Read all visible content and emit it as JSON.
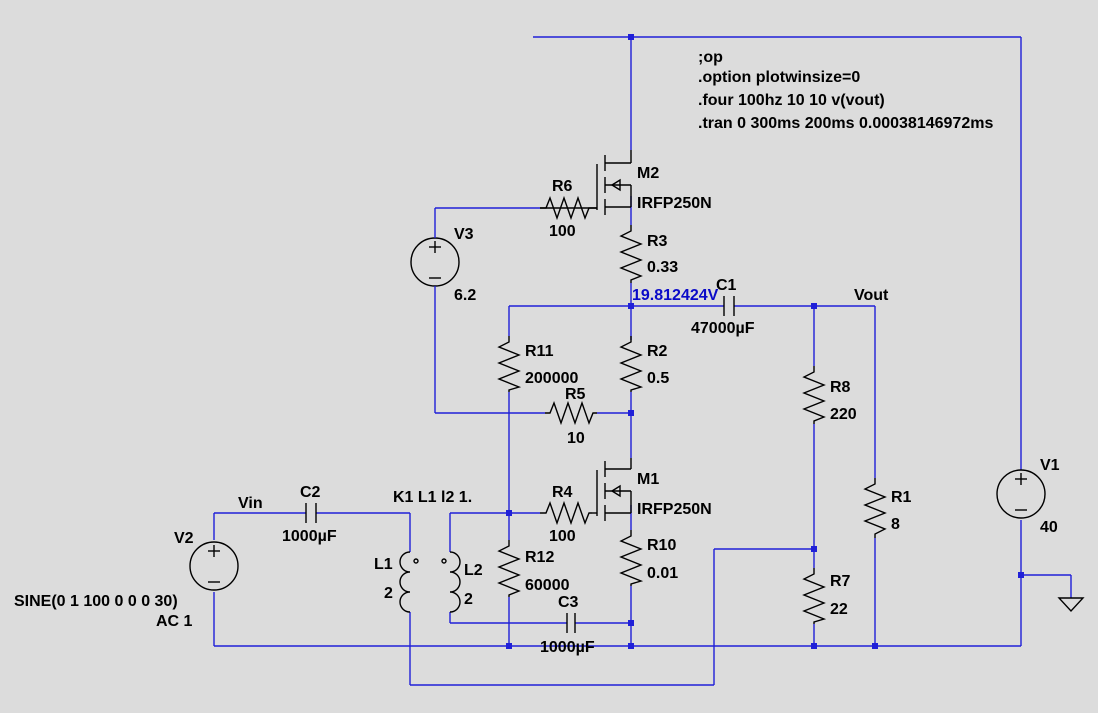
{
  "directives": [
    ";op",
    ".option plotwinsize=0",
    ".four 100hz 10 10 v(vout)",
    ".tran 0 300ms 200ms 0.00038146972ms"
  ],
  "nets": {
    "vout": "Vout",
    "vin": "Vin",
    "node_voltage": "19.812424V"
  },
  "coupling": "K1 L1 l2 1.",
  "components": {
    "m2": {
      "name": "M2",
      "model": "IRFP250N"
    },
    "m1": {
      "name": "M1",
      "model": "IRFP250N"
    },
    "r6": {
      "name": "R6",
      "value": "100"
    },
    "r3": {
      "name": "R3",
      "value": "0.33"
    },
    "c1": {
      "name": "C1",
      "value": "47000µF"
    },
    "r11": {
      "name": "R11",
      "value": "200000"
    },
    "r2": {
      "name": "R2",
      "value": "0.5"
    },
    "r5": {
      "name": "R5",
      "value": "10"
    },
    "r4": {
      "name": "R4",
      "value": "100"
    },
    "r10": {
      "name": "R10",
      "value": "0.01"
    },
    "r12": {
      "name": "R12",
      "value": "60000"
    },
    "c3": {
      "name": "C3",
      "value": "1000µF"
    },
    "r8": {
      "name": "R8",
      "value": "220"
    },
    "r7": {
      "name": "R7",
      "value": "22"
    },
    "r1": {
      "name": "R1",
      "value": "8"
    },
    "c2": {
      "name": "C2",
      "value": "1000µF"
    },
    "l1": {
      "name": "L1",
      "value": "2"
    },
    "l2": {
      "name": "L2",
      "value": "2"
    },
    "v3": {
      "name": "V3",
      "value": "6.2"
    },
    "v1": {
      "name": "V1",
      "value": "40"
    },
    "v2": {
      "name": "V2",
      "value": "SINE(0 1 100 0 0 0 30)",
      "ac": "AC 1"
    }
  },
  "colors": {
    "background": "#dcdcdc",
    "wire": "#2020d8",
    "component": "#000000",
    "node_label": "#0a0ac8"
  }
}
